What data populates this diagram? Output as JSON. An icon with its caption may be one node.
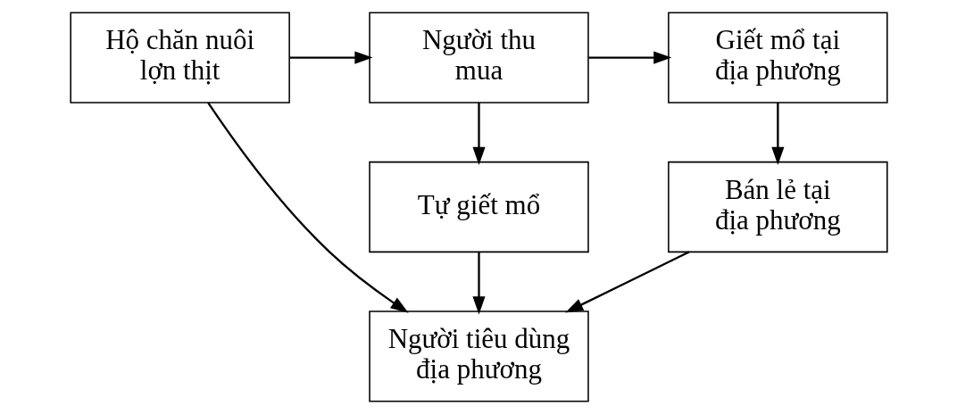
{
  "diagram": {
    "nodes": [
      {
        "text": [
          "Hộ chăn nuôi lợn thịt"
        ]
      },
      {
        "text": [
          "Người thu mua"
        ]
      },
      {
        "text": [
          "Giết mổ tại địa phương"
        ]
      },
      {
        "text": [
          "Tự giết mổ"
        ]
      },
      {
        "text": [
          "Bán lẻ tại địa phương"
        ]
      },
      {
        "text": [
          "Người tiêu dùng địa phương"
        ]
      }
    ],
    "edges": [
      {
        "from": 0,
        "to": 1,
        "arrow": "to"
      },
      {
        "from": 1,
        "to": 2,
        "arrow": "to"
      },
      {
        "from": 1,
        "to": 3,
        "arrow": "to"
      },
      {
        "from": 2,
        "to": 4,
        "arrow": "to"
      },
      {
        "from": 0,
        "to": 5,
        "arrow": "to"
      },
      {
        "from": 3,
        "to": 5,
        "arrow": "to"
      },
      {
        "from": 4,
        "to": 5,
        "arrow": "to"
      }
    ]
  }
}
